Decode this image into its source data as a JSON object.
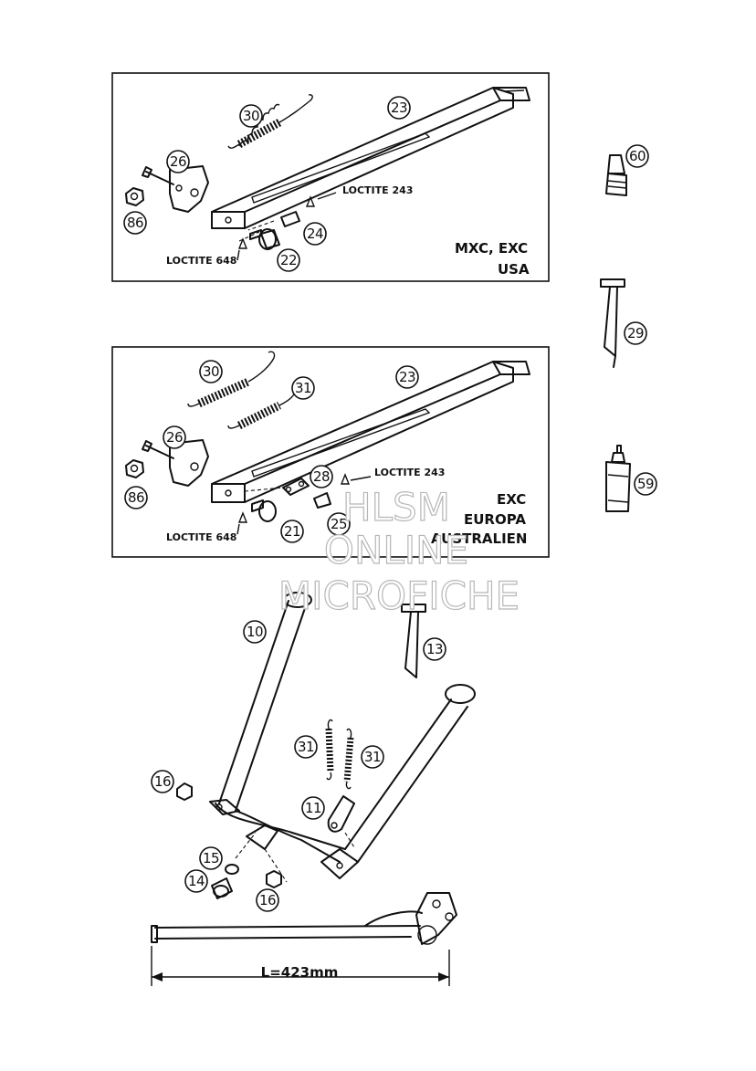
{
  "panels": [
    {
      "id": "top",
      "market_lines": [
        "MXC, EXC",
        "USA"
      ],
      "loctite_a": "LOCTITE 243",
      "loctite_b": "LOCTITE 648",
      "callouts": [
        "30",
        "23",
        "26",
        "86",
        "24",
        "22"
      ]
    },
    {
      "id": "middle",
      "market_lines": [
        "EXC",
        "EUROPA",
        "AUSTRALIEN"
      ],
      "loctite_a": "LOCTITE 243",
      "loctite_b": "LOCTITE 648",
      "callouts": [
        "30",
        "31",
        "23",
        "26",
        "86",
        "28",
        "21",
        "25"
      ]
    }
  ],
  "side_parts": [
    "60",
    "29",
    "59"
  ],
  "center_stand": {
    "callouts": [
      "10",
      "13",
      "31",
      "31",
      "16",
      "11",
      "15",
      "14",
      "16"
    ],
    "dimension": "L=423mm"
  },
  "watermark": [
    "HLSM",
    "ONLINE",
    "MICROFICHE"
  ]
}
